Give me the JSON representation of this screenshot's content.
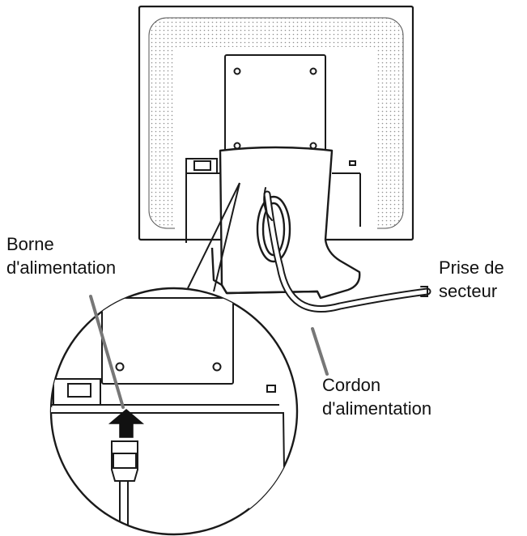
{
  "labels": {
    "power_terminal": {
      "line1": "Borne",
      "line2": "d'alimentation"
    },
    "power_outlet": {
      "line1": "Prise de",
      "line2": "secteur"
    },
    "power_cord": {
      "line1": "Cordon",
      "line2": "d'alimentation"
    }
  },
  "colors": {
    "line": "#1a1a1a",
    "leader": "#777777",
    "screen_dots": "#9a9a9a",
    "background": "#ffffff"
  },
  "icons": {
    "arrow": "up-arrow-icon",
    "plug": "power-plug-icon"
  }
}
